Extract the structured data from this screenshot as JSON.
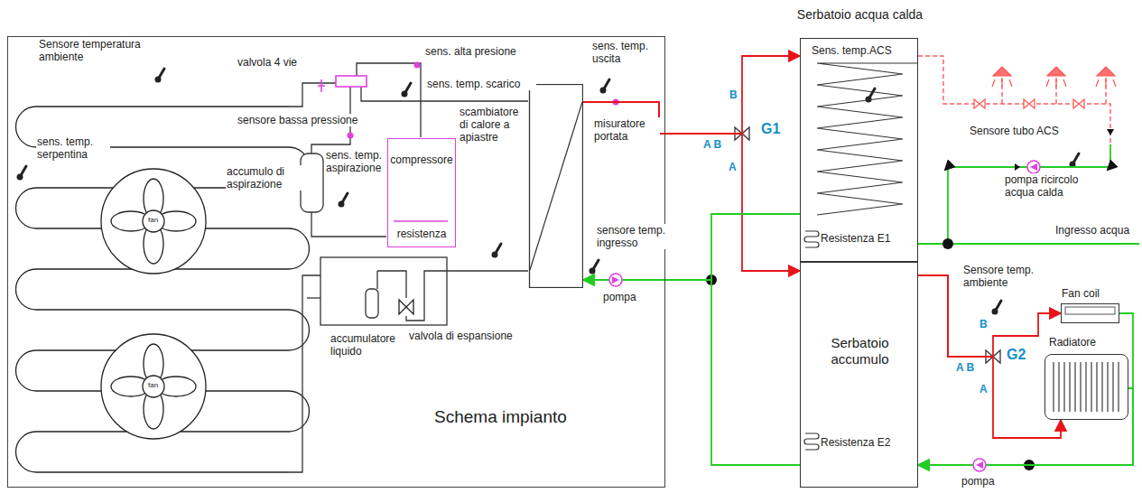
{
  "diagram": {
    "nodes": [
      {
        "text": [
          "Schema impianto"
        ]
      },
      {
        "text": [
          "compressore",
          "resistenza"
        ],
        "in": 0
      },
      {
        "text": [
          "scambiatore di calore a apiastre"
        ],
        "in": 0
      },
      {
        "text": [
          "Serbatoio acqua calda",
          "Sens. temp.ACS",
          "Resistenza E1"
        ]
      },
      {
        "text": [
          "Serbatoio accumulo",
          "Resistenza E2"
        ]
      },
      {
        "text": [
          "Fan coil"
        ]
      },
      {
        "text": [
          "Radiatore"
        ]
      }
    ],
    "edges": [
      {
        "from": 2,
        "to": 3,
        "arrow": "to"
      },
      {
        "from": 2,
        "to": 4,
        "arrow": "to"
      },
      {
        "from": 3,
        "to": 2,
        "arrow": "to"
      },
      {
        "from": 4,
        "to": 2,
        "arrow": "to"
      },
      {
        "from": 4,
        "to": 5,
        "arrow": "to"
      },
      {
        "from": 4,
        "to": 6,
        "arrow": "to"
      },
      {
        "from": 5,
        "to": 4,
        "arrow": "to"
      },
      {
        "from": 6,
        "to": 4,
        "arrow": "to"
      }
    ],
    "labels": [
      "Sensore temperatura ambiente",
      "valvola 4 vie",
      "sens. alta presione",
      "sens. temp. scarico",
      "sensore bassa pressione",
      "sens. temp. serpentina",
      "accumulo di aspirazione",
      "sens. temp. aspirazione",
      "sens. temp. uscita",
      "misuratore portata",
      "sensore temp. ingresso",
      "pompa",
      "accumulatore liquido",
      "valvola di espansione",
      "fan",
      "fan",
      "B",
      "A B",
      "G1",
      "A",
      "Sensore tubo ACS",
      "pompa ricircolo acqua calda",
      "Ingresso acqua",
      "Sensore temp. ambiente",
      "B",
      "A B",
      "G2",
      "A",
      "pompa"
    ]
  }
}
